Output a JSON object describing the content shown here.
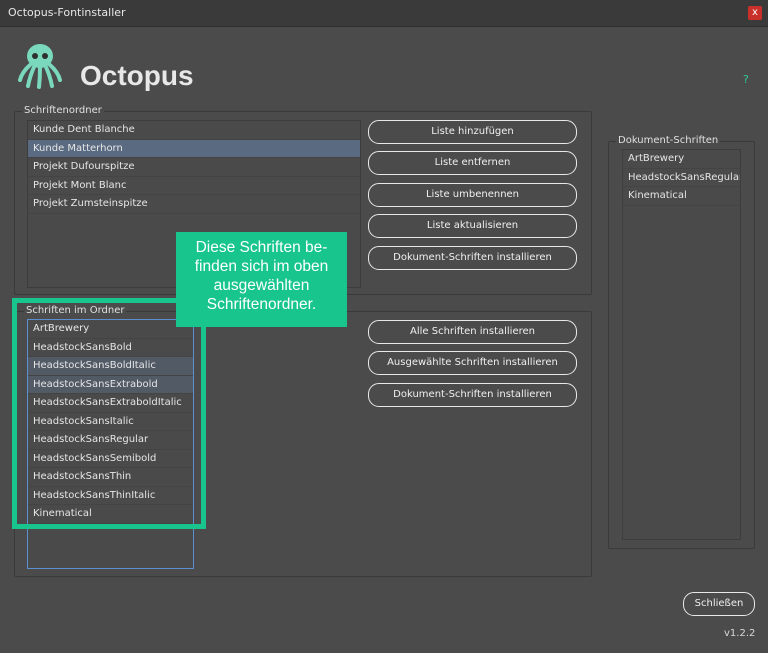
{
  "window": {
    "title": "Octopus-Fontinstaller",
    "close_label": "x"
  },
  "brand": {
    "name": "Octopus",
    "logo_icon": "octopus-icon"
  },
  "help_label": "?",
  "folders": {
    "label": "Schriftenordner",
    "items": [
      "Kunde Dent Blanche",
      "Kunde Matterhorn",
      "Projekt Dufourspitze",
      "Projekt Mont Blanc",
      "Projekt Zumsteinspitze"
    ]
  },
  "folder_buttons": {
    "add": "Liste hinzufügen",
    "remove": "Liste entfernen",
    "rename": "Liste umbenennen",
    "refresh": "Liste aktualisieren",
    "install_doc": "Dokument-Schriften installieren"
  },
  "fonts_in_folder": {
    "label": "Schriften im Ordner",
    "items": [
      "ArtBrewery",
      "HeadstockSansBold",
      "HeadstockSansBoldItalic",
      "HeadstockSansExtrabold",
      "HeadstockSansExtraboldItalic",
      "HeadstockSansItalic",
      "HeadstockSansRegular",
      "HeadstockSansSemibold",
      "HeadstockSansThin",
      "HeadstockSansThinItalic",
      "Kinematical"
    ]
  },
  "font_buttons": {
    "install_all": "Alle Schriften installieren",
    "install_selected": "Ausgewählte Schriften installieren",
    "install_doc": "Dokument-Schriften installieren"
  },
  "document_fonts": {
    "label": "Dokument-Schriften",
    "items": [
      "ArtBrewery",
      "HeadstockSansRegular",
      "Kinematical"
    ]
  },
  "callout": {
    "lines": [
      "Diese Schriften be-",
      "finden sich im oben",
      "ausgewählten",
      "Schriftenordner."
    ]
  },
  "close_button": "Schließen",
  "version": "v1.2.2",
  "colors": {
    "accent": "#17c58d",
    "background": "#4b4b4b",
    "selection": "#5a6a80"
  }
}
